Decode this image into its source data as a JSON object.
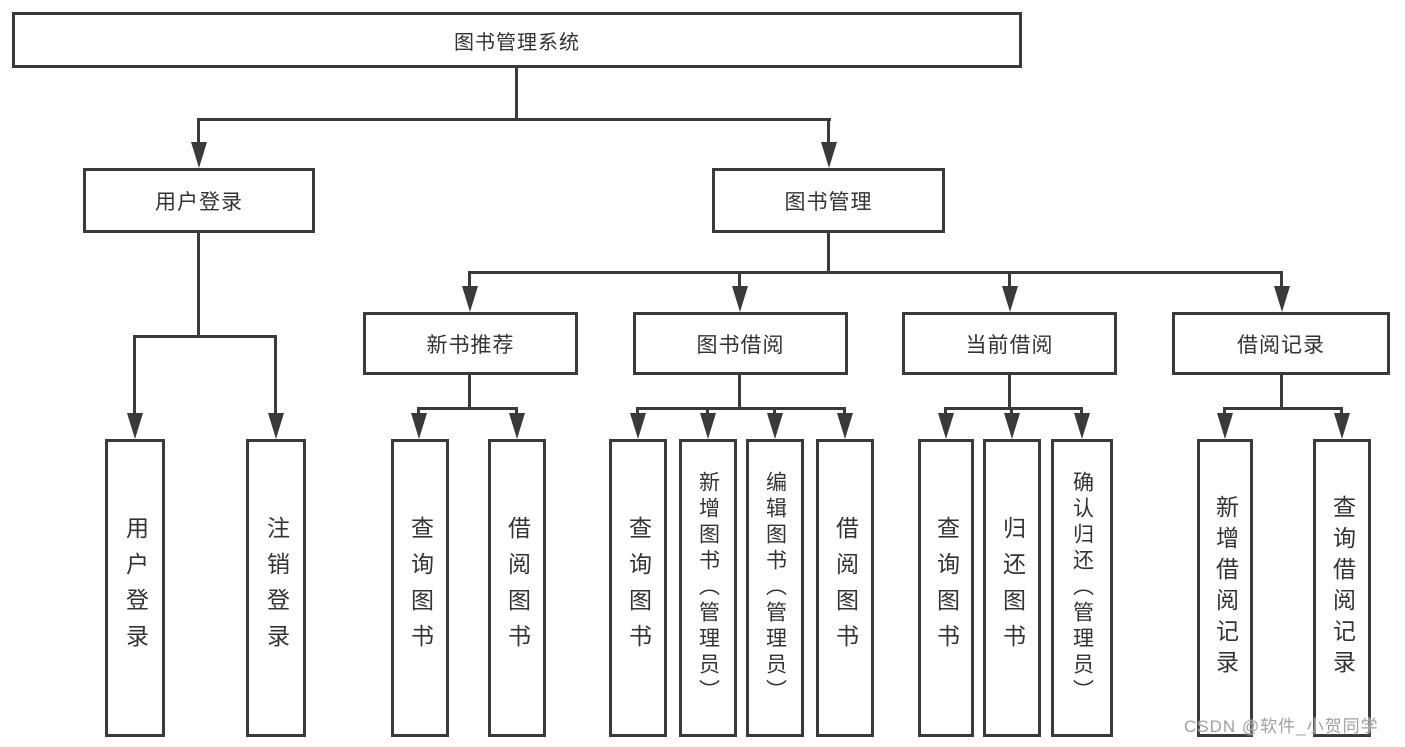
{
  "diagram": {
    "root": {
      "label": "图书管理系统"
    },
    "level2": {
      "user_login": "用户登录",
      "book_mgmt": "图书管理"
    },
    "level3": {
      "new_book": "新书推荐",
      "book_borrow": "图书借阅",
      "current_borrow": "当前借阅",
      "borrow_record": "借阅记录"
    },
    "leaves": {
      "user_login": [
        "用户登录",
        "注销登录"
      ],
      "new_book": [
        "查询图书",
        "借阅图书"
      ],
      "book_borrow": [
        "查询图书",
        "新增图书（管理员）",
        "编辑图书（管理员）",
        "借阅图书"
      ],
      "current_borrow": [
        "查询图书",
        "归还图书",
        "确认归还（管理员）"
      ],
      "borrow_record": [
        "新增借阅记录",
        "查询借阅记录"
      ]
    }
  },
  "watermark": {
    "text": "CSDN @软件_小贺同学"
  },
  "colors": {
    "line": "#3a3a3a",
    "text": "#333333",
    "background": "#ffffff"
  }
}
